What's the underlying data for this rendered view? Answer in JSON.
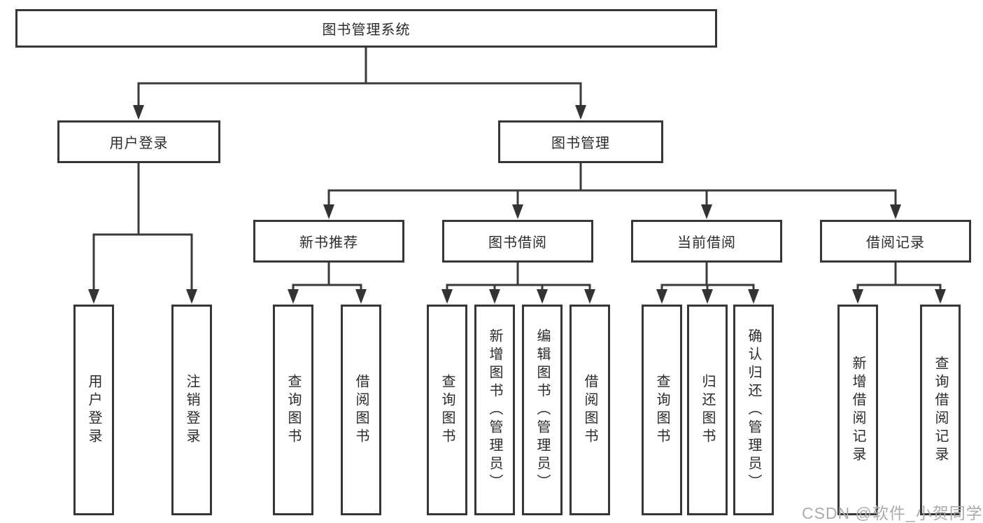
{
  "diagram_title": "图书管理系统",
  "tree": {
    "root": {
      "label": "图书管理系统"
    },
    "branches": [
      {
        "label": "用户登录",
        "children": [
          {
            "label": "用户登录"
          },
          {
            "label": "注销登录"
          }
        ]
      },
      {
        "label": "图书管理",
        "children": [
          {
            "label": "新书推荐",
            "children": [
              {
                "label": "查询图书"
              },
              {
                "label": "借阅图书"
              }
            ]
          },
          {
            "label": "图书借阅",
            "children": [
              {
                "label": "查询图书"
              },
              {
                "label": "新增图书（管理员）"
              },
              {
                "label": "编辑图书（管理员）"
              },
              {
                "label": "借阅图书"
              }
            ]
          },
          {
            "label": "当前借阅",
            "children": [
              {
                "label": "查询图书"
              },
              {
                "label": "归还图书"
              },
              {
                "label": "确认归还（管理员）"
              }
            ]
          },
          {
            "label": "借阅记录",
            "children": [
              {
                "label": "新增借阅记录"
              },
              {
                "label": "查询借阅记录"
              }
            ]
          }
        ]
      }
    ]
  },
  "watermark": "CSDN @软件_小贺同学",
  "colors": {
    "line": "#3a3a3a",
    "box_border": "#363636",
    "text": "#2b2b2b",
    "background": "#ffffff",
    "watermark_text": "#a9acae"
  }
}
